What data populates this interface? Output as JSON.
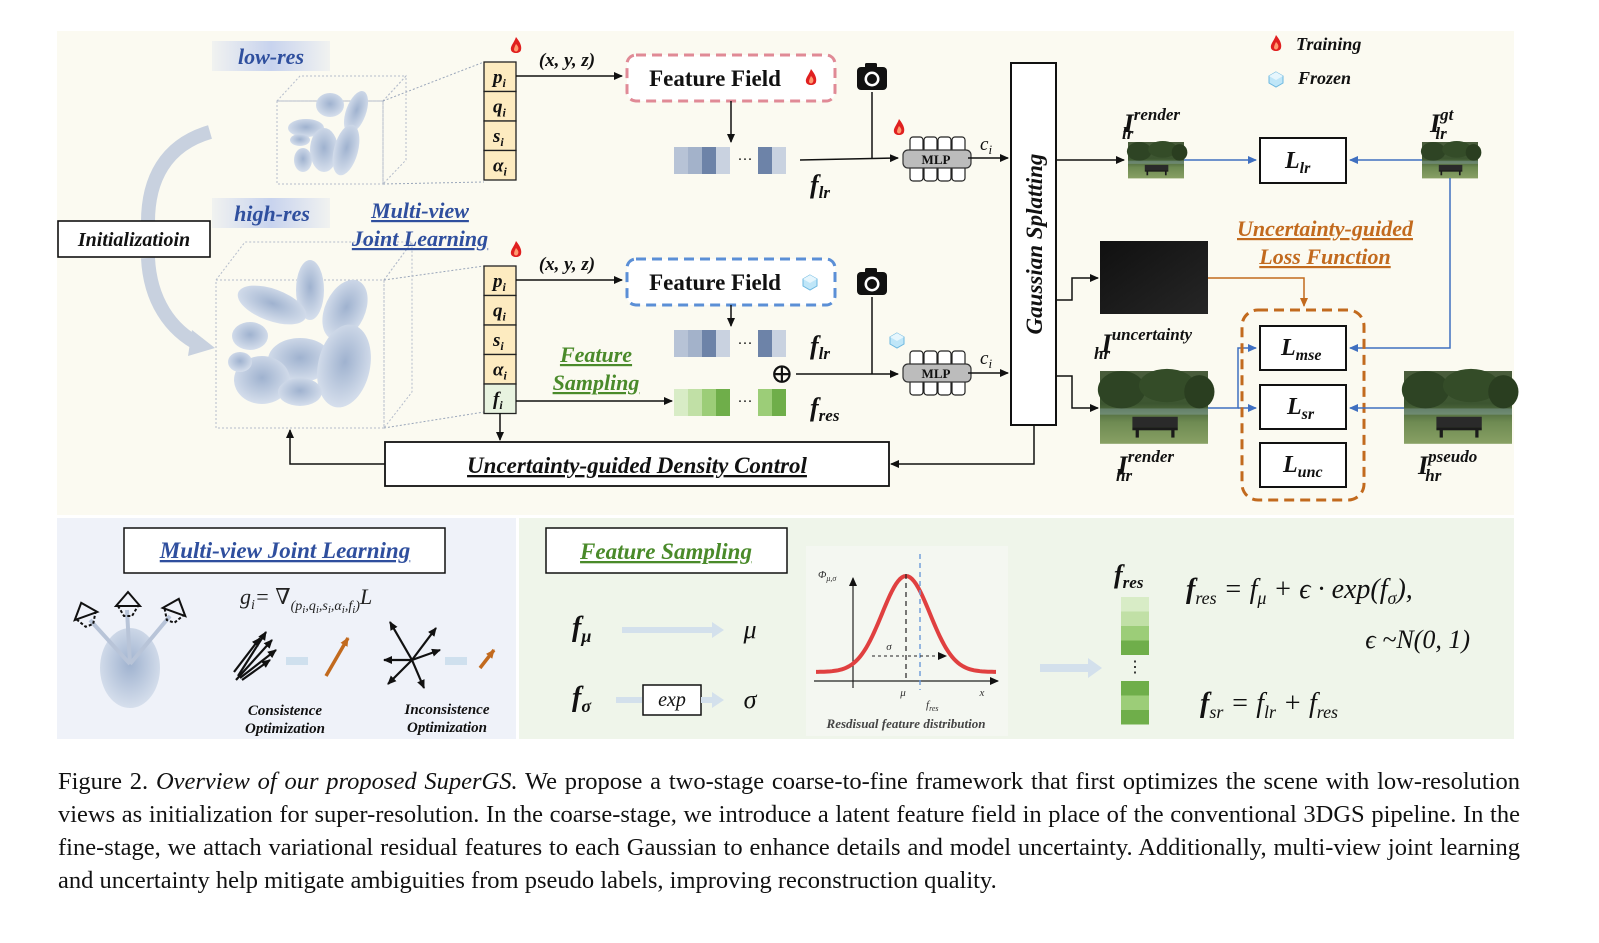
{
  "top": {
    "lowres_label": "low-res",
    "highres_label": "high-res",
    "init_label": "Initializatioin",
    "multiview_label_line1": "Multi-view",
    "multiview_label_line2": "Joint Learning",
    "attrs_top": [
      "p",
      "q",
      "s",
      "α"
    ],
    "attrs_bottom": [
      "p",
      "q",
      "s",
      "α",
      "f"
    ],
    "attr_sub": "i",
    "xyz_label": "(x, y, z)",
    "feature_field_label": "Feature Field",
    "mlp_label": "MLP",
    "ci_main": "c",
    "ci_sub": "i",
    "flr_main": "f",
    "flr_sub": "lr",
    "fres_main": "f",
    "fres_sub": "res",
    "dots": "···",
    "plus": "⊕",
    "feature_sampling_line1": "Feature",
    "feature_sampling_line2": "Sampling",
    "gaussian_splatting": "Gaussian Splatting",
    "density_control": "Uncertainty-guided Density Control",
    "legend_training": "Training",
    "legend_frozen": "Frozen",
    "i_main": "I",
    "render_sup": "render",
    "gt_sup": "gt",
    "uncertainty_sup": "uncertainty",
    "pseudo_sup": "pseudo",
    "lr_sub": "lr",
    "hr_sub": "hr",
    "loss_main": "L",
    "loss_lr_sub": "lr",
    "loss_mse_sub": "mse",
    "loss_sr_sub": "sr",
    "loss_unc_sub": "unc",
    "ug_loss_line1": "Uncertainty-guided",
    "ug_loss_line2": "Loss Function"
  },
  "bottom_left": {
    "title": "Multi-view Joint Learning",
    "gradient_formula": "g",
    "gradient_sub": "i",
    "gradient_eq": "= ∇",
    "gradient_args": "(p",
    "gradient_L": "L",
    "consistence_line1": "Consistence",
    "consistence_line2": "Optimization",
    "inconsistence_line1": "Inconsistence",
    "inconsistence_line2": "Optimization"
  },
  "bottom_right": {
    "title": "Feature Sampling",
    "f_main": "f",
    "mu_sub": "μ",
    "sigma_sub": "σ",
    "mu": "μ",
    "sigma": "σ",
    "exp_label": "exp",
    "axis_y": "Φ",
    "axis_y_sub": "μ,σ",
    "axis_x": "x",
    "axis_mu": "μ",
    "axis_sigma": "σ",
    "axis_fres": "f",
    "axis_fres_sub": "res",
    "plot_caption": "Resdisual feature distribution",
    "eq1_lhs": "f",
    "eq1_lhs_sub": "res",
    "eq1_mid": " = f",
    "eq1_mid_sub": "μ",
    "eq1_rest": " + ϵ · exp(f",
    "eq1_rest_sub": "σ",
    "eq1_end": "),",
    "eq2": "ϵ ~N(0, 1)",
    "eq3_lhs": "f",
    "eq3_lhs_sub": "sr",
    "eq3_mid": " = f",
    "eq3_mid_sub": "lr",
    "eq3_plus": " + f",
    "eq3_plus_sub": "res",
    "col_label_main": "f",
    "col_label_sub": "res",
    "vdots": "⋮"
  },
  "caption": {
    "figure_label": "Figure 2.",
    "title": "Overview of our proposed SuperGS.",
    "body": "We propose a two-stage coarse-to-fine framework that first optimizes the scene with low-resolution views as initialization for super-resolution. In the coarse-stage, we introduce a latent feature field in place of the conventional 3DGS pipeline. In the fine-stage, we attach variational residual features to each Gaussian to enhance details and model uncertainty. Additionally, multi-view joint learning and uncertainty help mitigate ambiguities from pseudo labels, improving reconstruction quality."
  },
  "colors": {
    "top_bg": "#fbfaf1",
    "bottom_left_bg": "#eff2f9",
    "bottom_right_bg": "#eff5ea",
    "attr_fill": "#fdebc0",
    "attr_fill_f": "#e8f3e0",
    "blue_label": "#2f4f9e",
    "green_label": "#4a8a2a",
    "orange_label": "#c26a1e",
    "red_ff": "#e08a96",
    "blue_ff": "#5b8fd6",
    "flame": "#e02020",
    "ice": "#8fd0f0",
    "feat_blue": [
      "#b7c3d6",
      "#a3b2ca",
      "#6d83a8",
      "#c9d2e0"
    ],
    "feat_green": [
      "#d8ecc6",
      "#c1e0a6",
      "#9ccd78",
      "#6fae4a"
    ],
    "gauss_curve": "#e04040"
  }
}
